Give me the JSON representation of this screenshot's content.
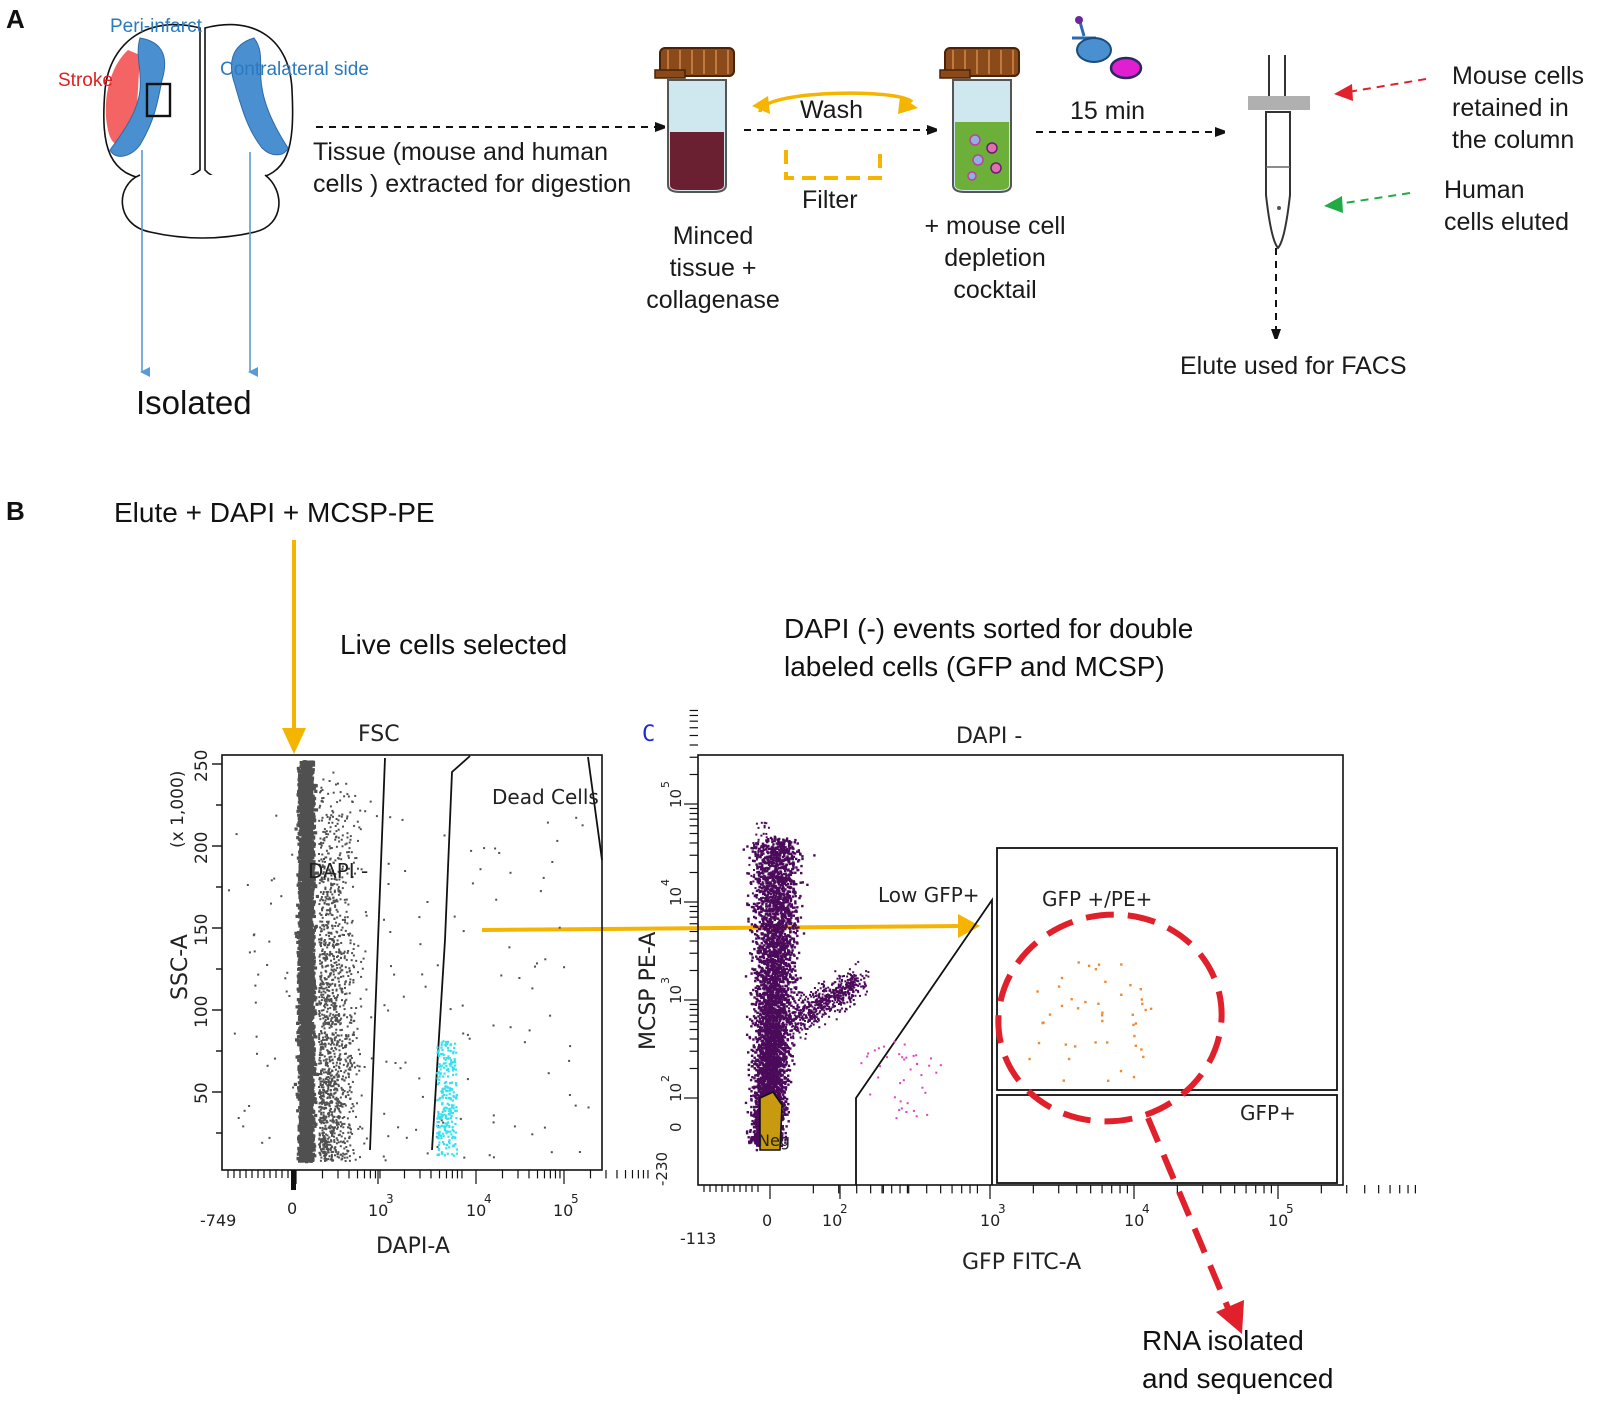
{
  "panels": {
    "a": "A",
    "b": "B"
  },
  "brain": {
    "stroke": "Stroke",
    "peri_infarct": "Peri-infarct",
    "contralateral": "Contralateral side",
    "isolated": "Isolated"
  },
  "workflow": {
    "tissue_line1": "Tissue (mouse and human",
    "tissue_line2": "cells ) extracted for digestion",
    "minced_line1": "Minced",
    "minced_line2": "tissue +",
    "minced_line3": "collagenase",
    "wash": "Wash",
    "filter": "Filter",
    "cocktail_line1": "+ mouse cell",
    "cocktail_line2": "depletion",
    "cocktail_line3": "cocktail",
    "time": "15 min",
    "mouse_line1": "Mouse cells",
    "mouse_line2": "retained in",
    "mouse_line3": "the column",
    "human_line1": "Human",
    "human_line2": "cells eluted",
    "elute": "Elute used for FACS"
  },
  "sorting": {
    "elute_stain": "Elute + DAPI + MCSP-PE",
    "live_cells": "Live cells selected",
    "dapi_neg_line1": "DAPI (-) events sorted for double",
    "dapi_neg_line2": "labeled cells (GFP and MCSP)",
    "rna_line1": "RNA isolated",
    "rna_line2": "and sequenced"
  },
  "plot1": {
    "title": "FSC",
    "ylabel": "SSC-A",
    "yunit": "(x 1,000)",
    "xlabel": "DAPI-A",
    "yticks": [
      "50",
      "100",
      "150",
      "200",
      "250"
    ],
    "xticks": [
      "-749",
      "0",
      "10",
      "10",
      "10"
    ],
    "xtick_exp": [
      "",
      "",
      "3",
      "4",
      "5"
    ],
    "gate_live": "DAPI -",
    "gate_dead": "Dead Cells"
  },
  "plot2": {
    "panel_letter": "C",
    "title": "DAPI -",
    "ylabel": "MCSP PE-A",
    "xlabel": "GFP FITC-A",
    "yticks": [
      "-230",
      "0",
      "10",
      "10",
      "10",
      "10"
    ],
    "ytick_exp": [
      "",
      "",
      "2",
      "3",
      "4",
      "5"
    ],
    "xticks": [
      "-113",
      "0",
      "10",
      "10",
      "10",
      "10"
    ],
    "xtick_exp": [
      "",
      "",
      "2",
      "3",
      "4",
      "5"
    ],
    "gate_low": "Low GFP+",
    "gate_double": "GFP +/PE+",
    "gate_gfp": "GFP+",
    "gate_neg": "Neg"
  },
  "colors": {
    "stroke": "#f05a5a",
    "peri": "#4a8fd0",
    "arrow_gold": "#f5b400",
    "arrow_red": "#e0202a",
    "arrow_green": "#22aa44",
    "dapi_neg_dots": "#505050",
    "dead_dots": "#38e0f0",
    "neg_dots": "#4b0a5a",
    "pink_dots": "#e040c0",
    "double_dots": "#f08a30",
    "neg_gate": "#c89a10"
  }
}
